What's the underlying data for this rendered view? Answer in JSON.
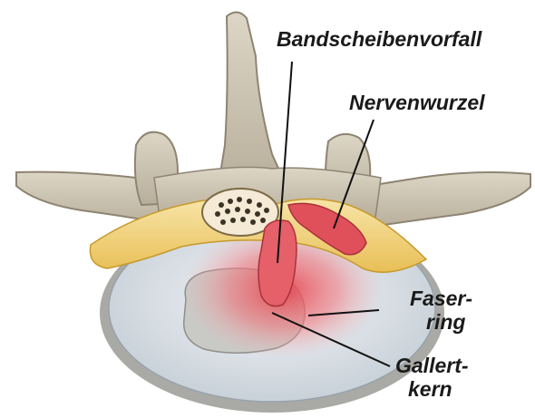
{
  "labels": {
    "herniation": "Bandscheibenvorfall",
    "nerve_root": "Nervenwurzel",
    "annulus_line1": "Faser-",
    "annulus_line2": "ring",
    "nucleus_line1": "Gallert-",
    "nucleus_line2": "kern"
  },
  "colors": {
    "bone": "#cfc7b6",
    "bone_shadow": "#8d8472",
    "disc_ring": "#e2e8ee",
    "disc_rim": "#a9a9a5",
    "nucleus": "#c9c9c6",
    "spinal_sheath": "#f1d37a",
    "herniation_red": "#e0505a",
    "leader_line": "#111111"
  }
}
